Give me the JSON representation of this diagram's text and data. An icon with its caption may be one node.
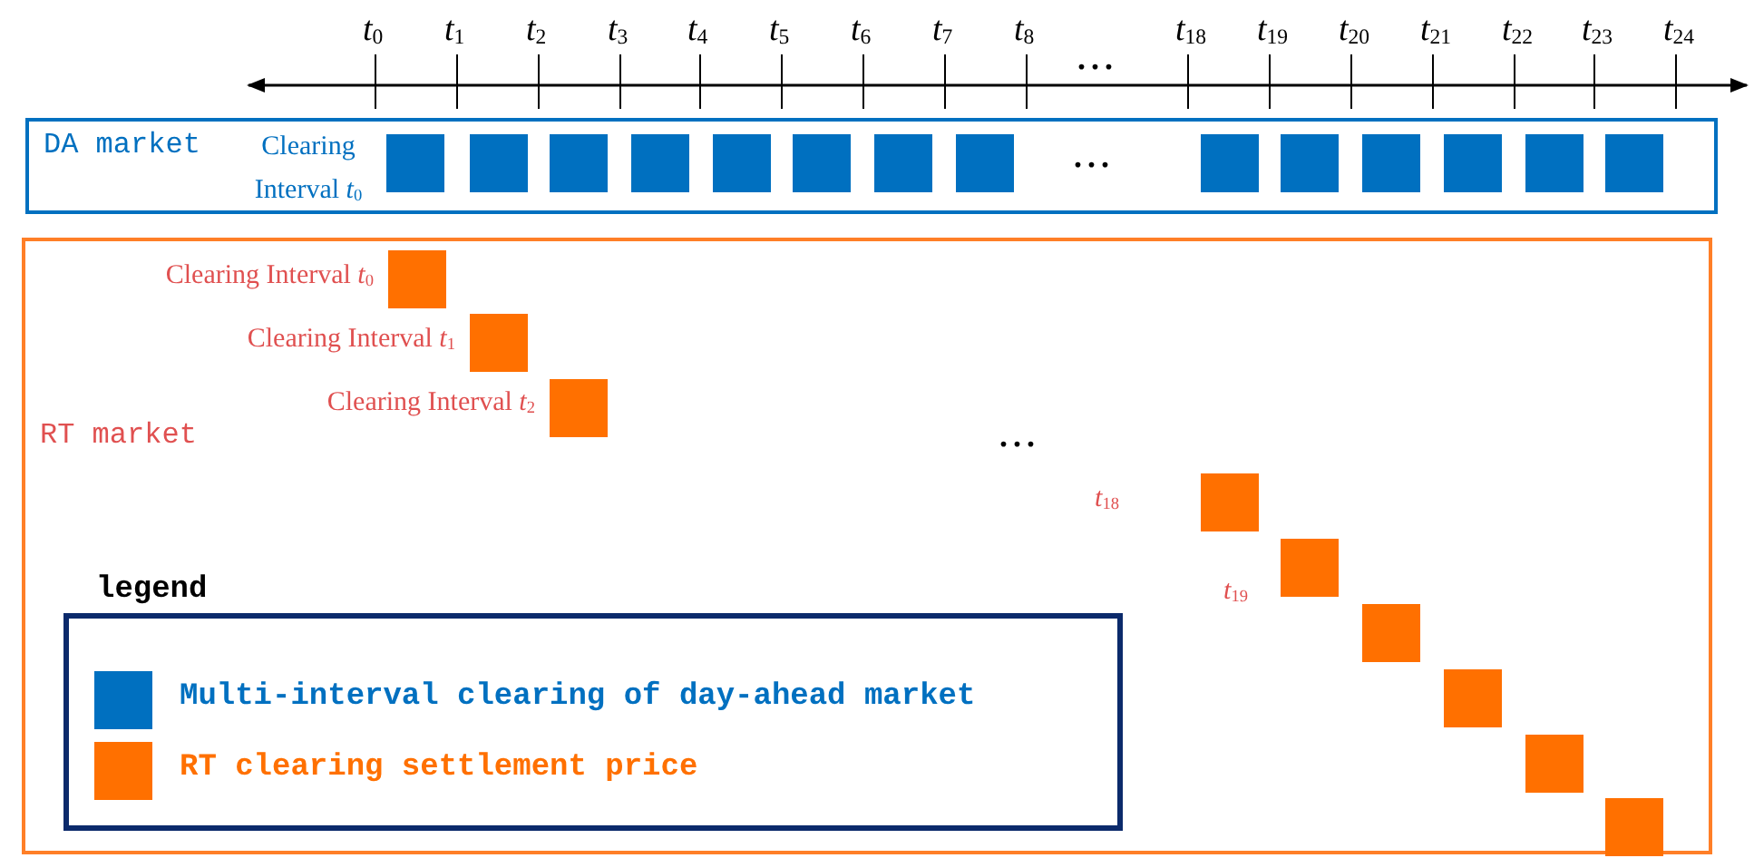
{
  "diagram": {
    "nodes": [
      {
        "text": [
          "DA market",
          "Clearing Interval *t*$_{0}$"
        ]
      },
      {
        "text": [],
        "shape": "box",
        "in": 0
      },
      {
        "text": [],
        "shape": "box",
        "in": 0
      },
      {
        "text": [],
        "shape": "box",
        "in": 0
      },
      {
        "text": [],
        "shape": "box",
        "in": 0
      },
      {
        "text": [],
        "shape": "box",
        "in": 0
      },
      {
        "text": [],
        "shape": "box",
        "in": 0
      },
      {
        "text": [],
        "shape": "box",
        "in": 0
      },
      {
        "text": [],
        "shape": "box",
        "in": 0
      },
      {
        "text": [],
        "shape": "box",
        "in": 0
      },
      {
        "text": [],
        "shape": "box",
        "in": 0
      },
      {
        "text": [],
        "shape": "box",
        "in": 0
      },
      {
        "text": [],
        "shape": "box",
        "in": 0
      },
      {
        "text": [],
        "shape": "box",
        "in": 0
      },
      {
        "text": [],
        "shape": "box",
        "in": 0
      },
      {
        "text": [
          "RT market"
        ]
      },
      {
        "text": [],
        "shape": "box",
        "in": 15,
        "beside": [
          "Clearing Interval *t*$_{0}$"
        ]
      },
      {
        "text": [],
        "shape": "box",
        "in": 15,
        "beside": [
          "Clearing Interval *t*$_{1}$"
        ]
      },
      {
        "text": [],
        "shape": "box",
        "in": 15,
        "beside": [
          "Clearing Interval *t*$_{2}$"
        ]
      },
      {
        "text": [],
        "shape": "box",
        "in": 15,
        "beside": [
          "*t*$_{18}$"
        ]
      },
      {
        "text": [],
        "shape": "box",
        "in": 15,
        "beside": [
          "*t*$_{19}$"
        ]
      },
      {
        "text": [],
        "shape": "box",
        "in": 15
      },
      {
        "text": [],
        "shape": "box",
        "in": 15
      },
      {
        "text": [],
        "shape": "box",
        "in": 15
      },
      {
        "text": [],
        "shape": "box",
        "in": 15
      }
    ],
    "edges": [],
    "labels": [
      "*t*$_{0}$",
      "*t*$_{1}$",
      "*t*$_{2}$",
      "*t*$_{3}$",
      "*t*$_{4}$",
      "*t*$_{5}$",
      "*t*$_{6}$",
      "*t*$_{7}$",
      "*t*$_{8}$",
      "...",
      "*t*$_{18}$",
      "*t*$_{19}$",
      "*t*$_{20}$",
      "*t*$_{21}$",
      "*t*$_{22}$",
      "*t*$_{23}$",
      "*t*$_{24}$",
      "...",
      "...",
      "legend"
    ],
    "legend": [
      {
        "text": "Multi-interval clearing of day-ahead market",
        "color": "#0070c0"
      },
      {
        "text": "RT clearing settlement price",
        "color": "#ff7000"
      }
    ]
  }
}
